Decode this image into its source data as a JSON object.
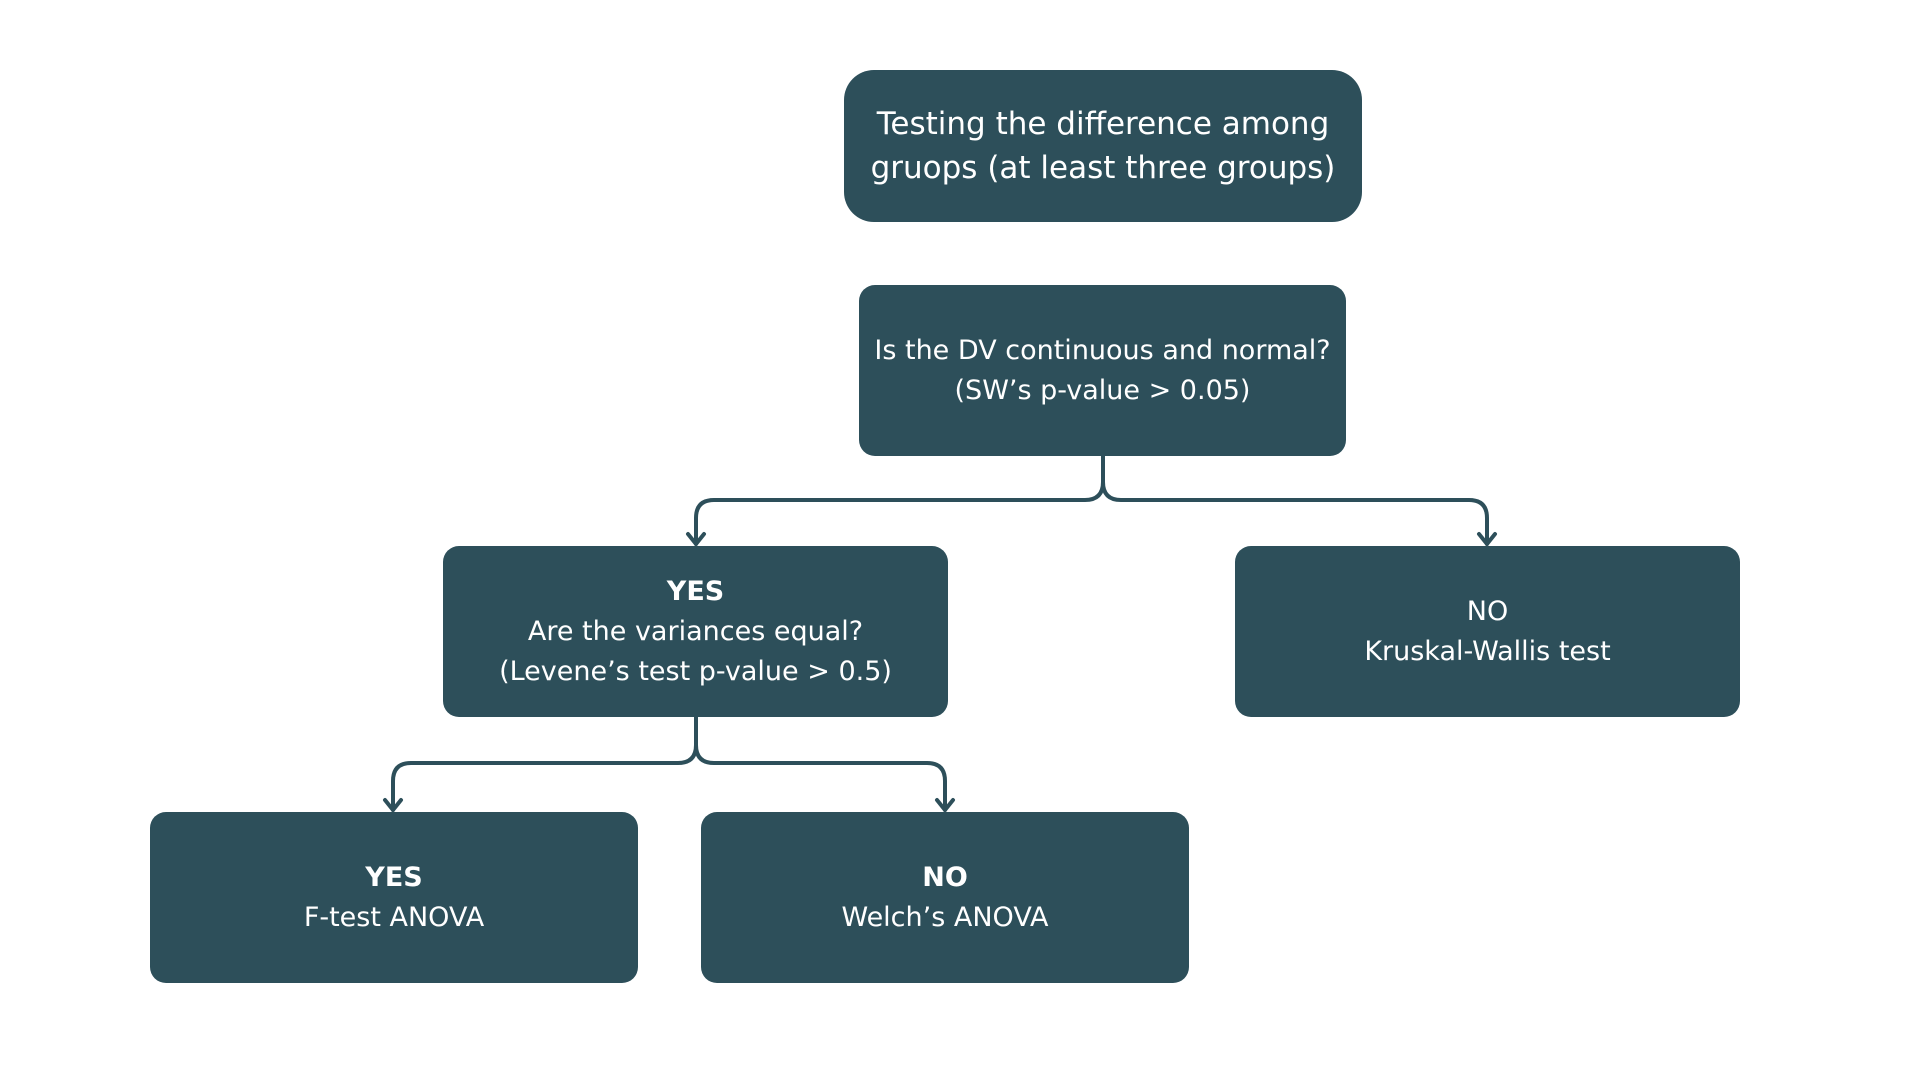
{
  "colors": {
    "node_fill": "#2d4f5a",
    "node_text": "#ffffff",
    "connector": "#2d4f5a",
    "background": "#ffffff"
  },
  "nodes": {
    "root": {
      "line1": "Testing the difference among",
      "line2": "gruops (at least three groups)"
    },
    "question_normal": {
      "line1": "Is the DV continuous and normal?",
      "line2": "(SW’s p-value > 0.05)"
    },
    "normal_yes": {
      "answer": "YES",
      "line1": "Are the variances equal?",
      "line2": "(Levene’s test p-value > 0.5)"
    },
    "normal_no": {
      "answer": "NO",
      "line1": "Kruskal-Wallis test"
    },
    "variance_yes": {
      "answer": "YES",
      "line1": "F-test ANOVA"
    },
    "variance_no": {
      "answer": "NO",
      "line1": "Welch’s ANOVA"
    }
  }
}
